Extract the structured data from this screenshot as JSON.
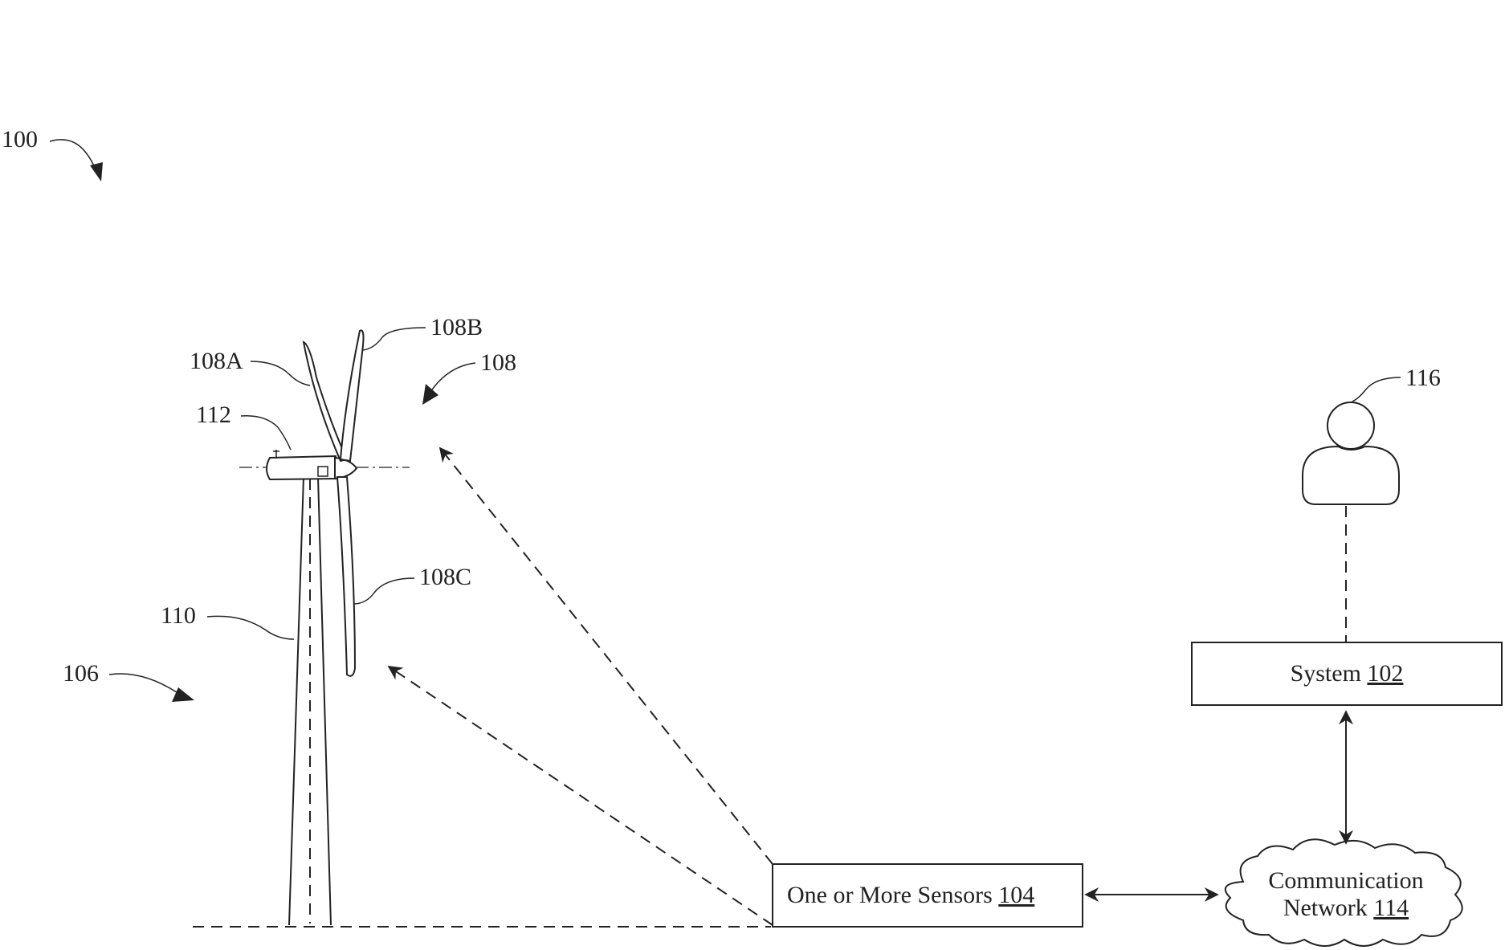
{
  "labels": {
    "fig_ref": "100",
    "site": "106",
    "rotor": "108",
    "blade_a": "108A",
    "blade_b": "108B",
    "blade_c": "108C",
    "tower": "110",
    "nacelle": "112",
    "user": "116"
  },
  "sensors_box": {
    "text": "One or More Sensors ",
    "ref": "104"
  },
  "system_box": {
    "text": "System ",
    "ref": "102"
  },
  "network_cloud": {
    "line1": "Communication",
    "line2_text": "Network ",
    "line2_ref": "114"
  }
}
